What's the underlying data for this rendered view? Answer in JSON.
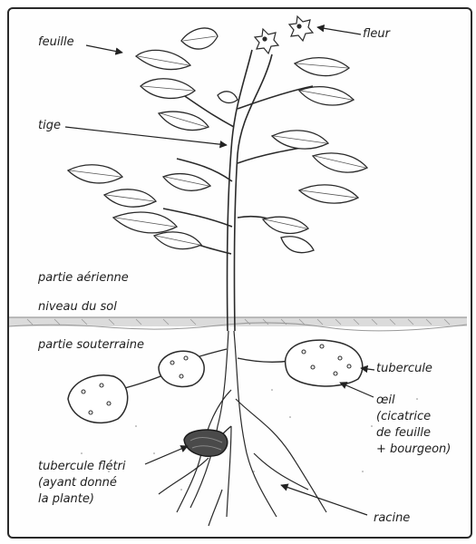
{
  "labels": {
    "feuille": "feuille",
    "fleur": "fleur",
    "tige": "tige",
    "partie_aerienne": "partie aérienne",
    "niveau_sol": "niveau du sol",
    "partie_souterraine": "partie souterraine",
    "tubercule": "tubercule",
    "oeil": "œil\n(cicatrice\nde feuille\n+ bourgeon)",
    "tubercule_fletri": "tubercule flétri\n(ayant donné\nla plante)",
    "racine": "racine"
  },
  "colors": {
    "ink": "#2a2a2a",
    "soil": "#bdbdbd"
  }
}
